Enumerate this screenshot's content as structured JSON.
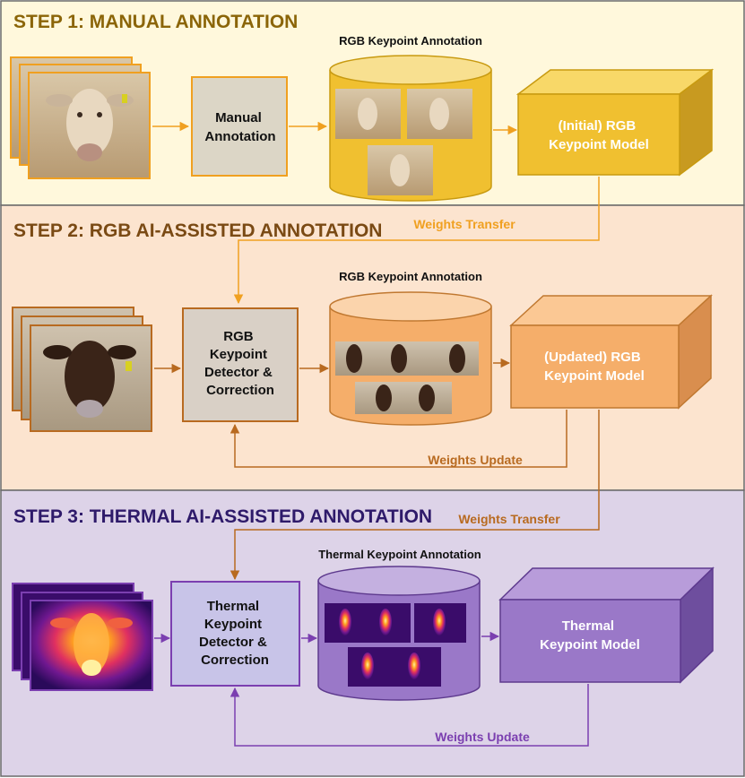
{
  "steps": [
    {
      "title": "STEP 1: MANUAL ANNOTATION",
      "process_lines": [
        "Manual",
        "Annotation"
      ],
      "dataset_label": "RGB Keypoint Annotation",
      "model_lines": [
        "(Initial) RGB",
        "Keypoint Model"
      ],
      "transfer_label": "Weights Transfer"
    },
    {
      "title": "STEP 2: RGB AI-ASSISTED ANNOTATION",
      "process_lines": [
        "RGB",
        "Keypoint",
        "Detector &",
        "Correction"
      ],
      "dataset_label": "RGB Keypoint Annotation",
      "model_lines": [
        "(Updated) RGB",
        "Keypoint Model"
      ],
      "update_label": "Weights Update",
      "transfer_label": "Weights Transfer"
    },
    {
      "title": "STEP 3: THERMAL AI-ASSISTED ANNOTATION",
      "process_lines": [
        "Thermal",
        "Keypoint",
        "Detector &",
        "Correction"
      ],
      "dataset_label": "Thermal Keypoint Annotation",
      "model_lines": [
        "Thermal",
        "Keypoint Model"
      ],
      "update_label": "Weights Update"
    }
  ],
  "colors": {
    "step1_bg": "#FFF8DC",
    "step1_title": "#8B6508",
    "step1_accent": "#F0C030",
    "step2_bg": "#FCE4CF",
    "step2_title": "#7A4A14",
    "step2_accent": "#F5AE6A",
    "step3_bg": "#DDD3E8",
    "step3_title": "#2E1A6A",
    "step3_accent": "#9A78C8",
    "arrow1": "#F0A020",
    "arrow2": "#B86A20",
    "arrow3": "#7B3FB0"
  }
}
